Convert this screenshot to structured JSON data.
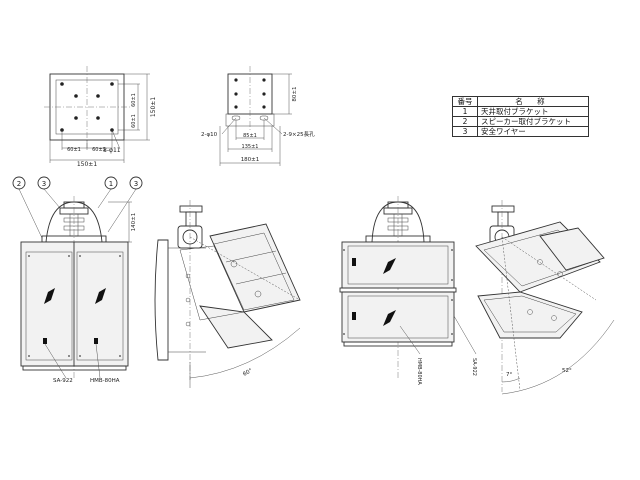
{
  "dimensions": {
    "bracket_top_pitch": "60±1",
    "bracket_top_height": "150±1",
    "bracket_top_width": "150±1",
    "hole_spec": "8-φ11",
    "bracket_side_height": "80±1",
    "hole_d10": "2-φ10",
    "slot_spec": "2-9×25長孔",
    "pitch_85": "85±1",
    "pitch_135": "135±1",
    "width_180": "180±1",
    "height_140": "140±1",
    "angle_left": "60°",
    "angle_right_small": "7°",
    "angle_right_large": "52°"
  },
  "callouts": [
    "2",
    "3",
    "1",
    "3"
  ],
  "labels": {
    "wire_left": "SA-922",
    "hmb_left": "HMB-80HA",
    "hmb_right": "HMB-80HA",
    "wire_right": "SA-922"
  },
  "legend": {
    "header_no": "番号",
    "header_name": "名 称",
    "rows": [
      {
        "no": "1",
        "name": "天井取付ブラケット"
      },
      {
        "no": "2",
        "name": "スピーカー取付ブラケット"
      },
      {
        "no": "3",
        "name": "安全ワイヤー"
      }
    ]
  }
}
